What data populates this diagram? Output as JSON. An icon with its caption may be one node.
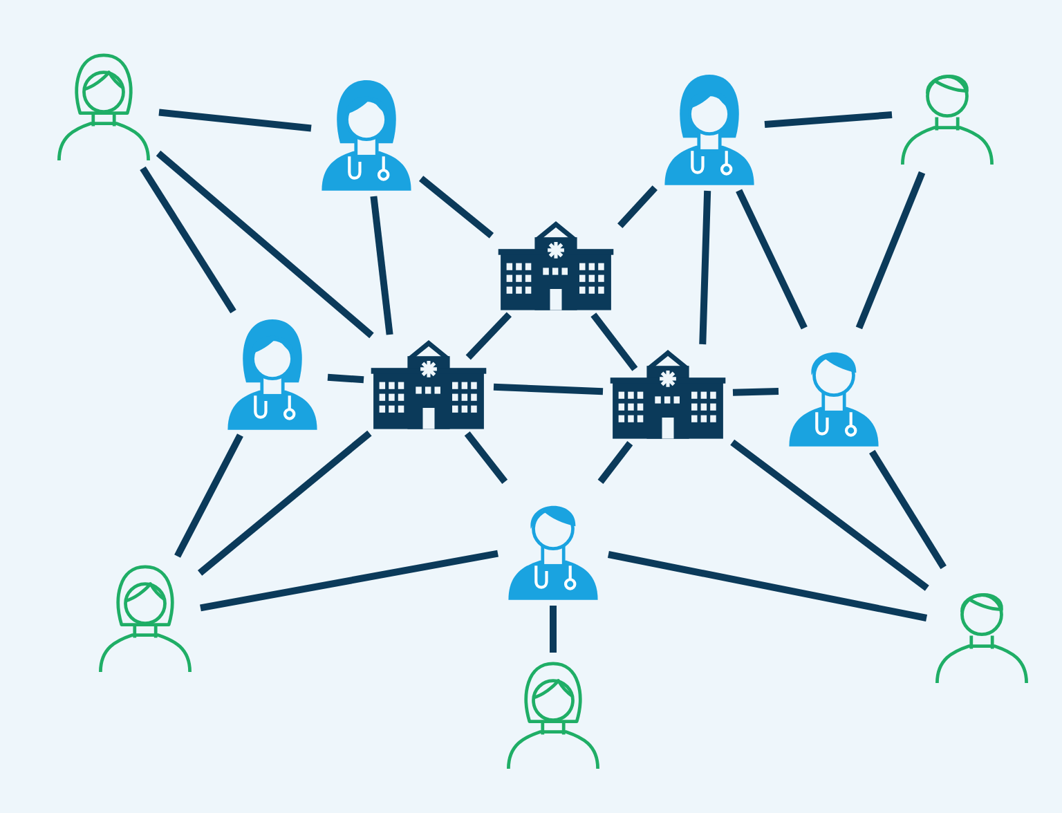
{
  "diagram": {
    "nodes": [
      {
        "text": [],
        "shape": "person"
      },
      {
        "text": [],
        "shape": "person"
      },
      {
        "text": [],
        "shape": "person"
      },
      {
        "text": [],
        "shape": "person"
      },
      {
        "text": [],
        "shape": "building"
      },
      {
        "text": [],
        "shape": "person"
      },
      {
        "text": [],
        "shape": "building"
      },
      {
        "text": [],
        "shape": "building"
      },
      {
        "text": [],
        "shape": "person"
      },
      {
        "text": [],
        "shape": "person"
      },
      {
        "text": [],
        "shape": "person"
      },
      {
        "text": [],
        "shape": "person"
      },
      {
        "text": [],
        "shape": "person"
      }
    ],
    "edges": [
      {
        "from": 0,
        "to": 1,
        "arrow": "none"
      },
      {
        "from": 0,
        "to": 5,
        "arrow": "none"
      },
      {
        "from": 0,
        "to": 6,
        "arrow": "none"
      },
      {
        "from": 1,
        "to": 6,
        "arrow": "none"
      },
      {
        "from": 1,
        "to": 4,
        "arrow": "none"
      },
      {
        "from": 4,
        "to": 2,
        "arrow": "none"
      },
      {
        "from": 2,
        "to": 7,
        "arrow": "none"
      },
      {
        "from": 2,
        "to": 8,
        "arrow": "none"
      },
      {
        "from": 2,
        "to": 3,
        "arrow": "none"
      },
      {
        "from": 3,
        "to": 8,
        "arrow": "none"
      },
      {
        "from": 5,
        "to": 6,
        "arrow": "none"
      },
      {
        "from": 4,
        "to": 6,
        "arrow": "none"
      },
      {
        "from": 4,
        "to": 7,
        "arrow": "none"
      },
      {
        "from": 6,
        "to": 7,
        "arrow": "none"
      },
      {
        "from": 7,
        "to": 8,
        "arrow": "none"
      },
      {
        "from": 5,
        "to": 10,
        "arrow": "none"
      },
      {
        "from": 6,
        "to": 10,
        "arrow": "none"
      },
      {
        "from": 6,
        "to": 9,
        "arrow": "none"
      },
      {
        "from": 7,
        "to": 9,
        "arrow": "none"
      },
      {
        "from": 7,
        "to": 11,
        "arrow": "none"
      },
      {
        "from": 8,
        "to": 11,
        "arrow": "none"
      },
      {
        "from": 10,
        "to": 9,
        "arrow": "none"
      },
      {
        "from": 9,
        "to": 11,
        "arrow": "none"
      },
      {
        "from": 9,
        "to": 12,
        "arrow": "none"
      }
    ]
  }
}
